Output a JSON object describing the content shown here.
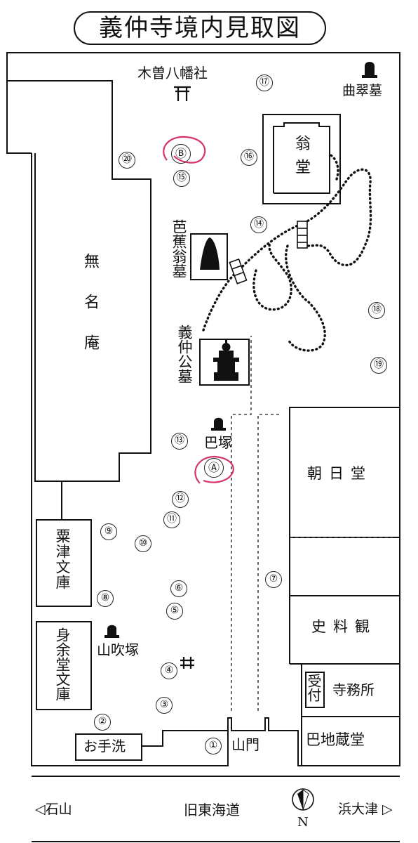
{
  "title": "義仲寺境内見取図",
  "buildings": {
    "mumeian": "無名庵",
    "okinado": "翁堂",
    "asahido": "朝日堂",
    "shiryokan": "史料観",
    "awazu_bunko": "粟津文庫",
    "shinyodo_bunko": "身余堂文庫",
    "otearai": "お手洗",
    "uketsuke": "受付",
    "jimusho": "寺務所",
    "tomoe_jizodo": "巴地蔵堂"
  },
  "landmarks": {
    "kiso_hachimansha": "木曽八幡社",
    "kyokusui_haka": "曲翠墓",
    "basho_haka": "芭蕉翁墓",
    "yoshinaka_haka": "義仲公墓",
    "tomoezuka": "巴塚",
    "yamabukizuka": "山吹塚",
    "sanmon": "山門"
  },
  "numbers": [
    "①",
    "②",
    "③",
    "④",
    "⑤",
    "⑥",
    "⑦",
    "⑧",
    "⑨",
    "⑩",
    "⑪",
    "⑫",
    "⑬",
    "⑭",
    "⑮",
    "⑯",
    "⑰",
    "⑱",
    "⑲",
    "⑳"
  ],
  "letters": [
    "Ⓐ",
    "Ⓑ"
  ],
  "road": {
    "name": "旧東海道",
    "left": "◁石山",
    "right": "浜大津 ▷",
    "compass_label": "N"
  },
  "colors": {
    "ink": "#111111",
    "highlight": "#d6336c",
    "background": "#ffffff"
  }
}
